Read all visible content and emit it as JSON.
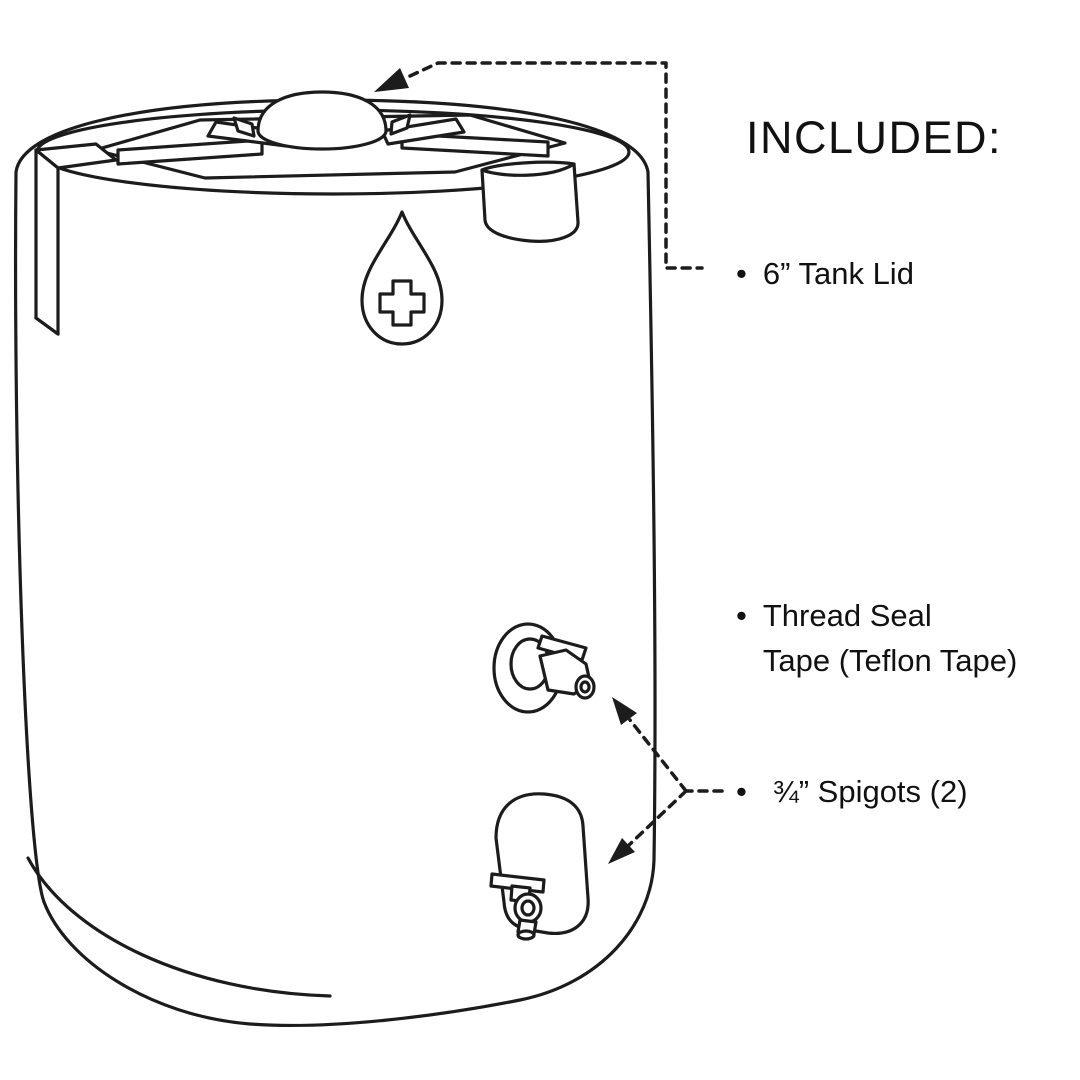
{
  "title": "INCLUDED:",
  "bullet": "•",
  "callouts": {
    "lid": "6” Tank Lid",
    "tape_line1": "Thread Seal",
    "tape_line2": "Tape (Teflon Tape)",
    "spigots": "¾” Spigots (2)"
  },
  "colors": {
    "ink": "#1c1c1c",
    "background": "#ffffff"
  },
  "diagram": {
    "subject": "water-storage-tank-line-drawing",
    "features": [
      "tank-lid-dome",
      "top-recess-with-ribs",
      "left-groove",
      "overflow-port",
      "water-drop-cross-logo",
      "upper-spigot",
      "lower-spigot-in-recess"
    ]
  }
}
